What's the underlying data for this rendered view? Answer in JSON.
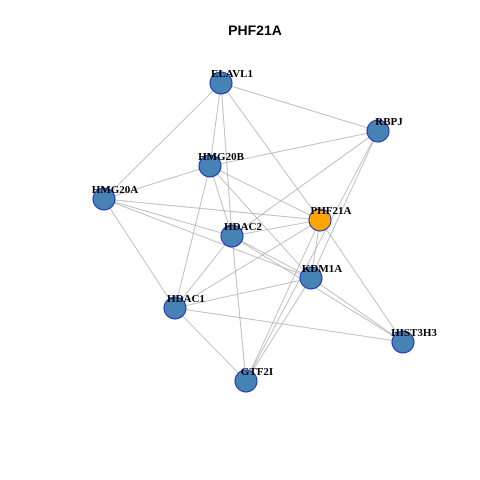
{
  "chart_data": {
    "type": "network",
    "title": "PHF21A",
    "colors": {
      "center_node": "#ffa500",
      "node": "#4682b4",
      "node_border": "#1c2fbf",
      "edge": "#b4b4b4"
    },
    "nodes": [
      {
        "id": "ELAVL1",
        "label": "ELAVL1",
        "center": false
      },
      {
        "id": "RBPJ",
        "label": "RBPJ",
        "center": false
      },
      {
        "id": "HMG20B",
        "label": "HMG20B",
        "center": false
      },
      {
        "id": "HMG20A",
        "label": "HMG20A",
        "center": false
      },
      {
        "id": "PHF21A",
        "label": "PHF21A",
        "center": true
      },
      {
        "id": "HDAC2",
        "label": "HDAC2",
        "center": false
      },
      {
        "id": "KDM1A",
        "label": "KDM1A",
        "center": false
      },
      {
        "id": "HDAC1",
        "label": "HDAC1",
        "center": false
      },
      {
        "id": "HIST3H3",
        "label": "HIST3H3",
        "center": false
      },
      {
        "id": "GTF2I",
        "label": "GTF2I",
        "center": false
      }
    ],
    "edges": [
      [
        "ELAVL1",
        "RBPJ"
      ],
      [
        "ELAVL1",
        "HMG20A"
      ],
      [
        "ELAVL1",
        "HDAC2"
      ],
      [
        "ELAVL1",
        "PHF21A"
      ],
      [
        "ELAVL1",
        "HMG20B"
      ],
      [
        "RBPJ",
        "HMG20B"
      ],
      [
        "RBPJ",
        "HDAC2"
      ],
      [
        "RBPJ",
        "KDM1A"
      ],
      [
        "RBPJ",
        "GTF2I"
      ],
      [
        "HMG20B",
        "HMG20A"
      ],
      [
        "HMG20B",
        "PHF21A"
      ],
      [
        "HMG20B",
        "HDAC2"
      ],
      [
        "HMG20B",
        "KDM1A"
      ],
      [
        "HMG20B",
        "HDAC1"
      ],
      [
        "HMG20A",
        "PHF21A"
      ],
      [
        "HMG20A",
        "HDAC2"
      ],
      [
        "HMG20A",
        "KDM1A"
      ],
      [
        "HMG20A",
        "HDAC1"
      ],
      [
        "PHF21A",
        "HDAC2"
      ],
      [
        "PHF21A",
        "KDM1A"
      ],
      [
        "PHF21A",
        "HDAC1"
      ],
      [
        "PHF21A",
        "HIST3H3"
      ],
      [
        "PHF21A",
        "GTF2I"
      ],
      [
        "HDAC2",
        "KDM1A"
      ],
      [
        "HDAC2",
        "HDAC1"
      ],
      [
        "HDAC2",
        "HIST3H3"
      ],
      [
        "HDAC2",
        "GTF2I"
      ],
      [
        "KDM1A",
        "HDAC1"
      ],
      [
        "KDM1A",
        "HIST3H3"
      ],
      [
        "KDM1A",
        "GTF2I"
      ],
      [
        "HDAC1",
        "HIST3H3"
      ],
      [
        "HDAC1",
        "GTF2I"
      ]
    ]
  }
}
